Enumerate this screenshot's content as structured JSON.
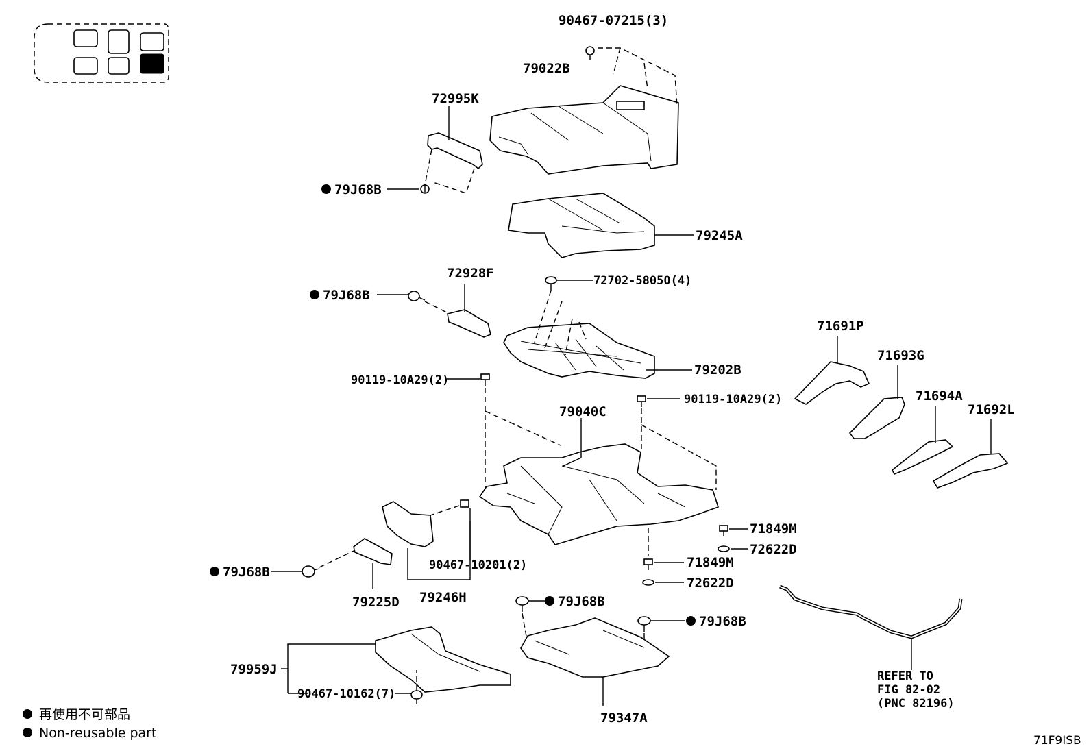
{
  "callouts": {
    "p90467_07215": "90467-07215(3)",
    "p79022B": "79022B",
    "p72995K": "72995K",
    "p79J68B_a": "79J68B",
    "p79245A": "79245A",
    "p72928F": "72928F",
    "p79J68B_b": "79J68B",
    "p72702_58050": "72702-58050(4)",
    "p79202B": "79202B",
    "p90119_10A29_a": "90119-10A29(2)",
    "p90119_10A29_b": "90119-10A29(2)",
    "p79040C": "79040C",
    "p71691P": "71691P",
    "p71693G": "71693G",
    "p71694A": "71694A",
    "p71692L": "71692L",
    "p71849M_a": "71849M",
    "p72622D_a": "72622D",
    "p71849M_b": "71849M",
    "p72622D_b": "72622D",
    "p90467_10201": "90467-10201(2)",
    "p79J68B_c": "79J68B",
    "p79225D": "79225D",
    "p79246H": "79246H",
    "p79J68B_d": "79J68B",
    "p79J68B_e": "79J68B",
    "p79959J": "79959J",
    "p90467_10162": "90467-10162(7)",
    "p79347A": "79347A"
  },
  "refer": {
    "line1": "REFER TO",
    "line2": "FIG 82-02",
    "line3": "(PNC 82196)"
  },
  "legend": {
    "japanese": "再使用不可部品",
    "english": "Non-reusable part"
  },
  "figure_code": "71F9ISB"
}
